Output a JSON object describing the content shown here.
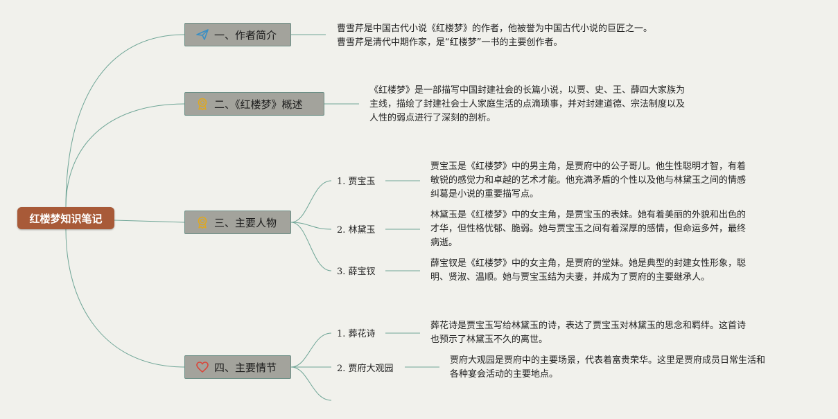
{
  "root": {
    "label": "红楼梦知识笔记"
  },
  "topics": [
    {
      "label": "一、作者简介",
      "icon": "paper-plane-icon",
      "icon_color": "#3a8fc4",
      "note_lines": [
        "曹雪芹是中国古代小说《红楼梦》的作者，他被誉为中国古代小说的巨匠之一。",
        "曹雪芹是清代中期作家，是“红楼梦”一书的主要创作者。"
      ]
    },
    {
      "label": "二、《红楼梦》概述",
      "icon": "medal-icon",
      "icon_color": "#e0a81e",
      "note_lines": [
        "《红楼梦》是一部描写中国封建社会的长篇小说，以贾、史、王、薛四大家族为",
        "主线，描绘了封建社会士人家庭生活的点滴琐事，并对封建道德、宗法制度以及",
        "人性的弱点进行了深刻的剖析。"
      ]
    },
    {
      "label": "三、主要人物",
      "icon": "medal-icon",
      "icon_color": "#e0a81e",
      "children": [
        {
          "label": "1. 贾宝玉",
          "note_lines": [
            "贾宝玉是《红楼梦》中的男主角，是贾府中的公子哥儿。他生性聪明才智，有着",
            "敏锐的感觉力和卓越的艺术才能。他充满矛盾的个性以及他与林黛玉之间的情感",
            "纠葛是小说的重要描写点。"
          ]
        },
        {
          "label": "2. 林黛玉",
          "note_lines": [
            "林黛玉是《红楼梦》中的女主角，是贾宝玉的表妹。她有着美丽的外貌和出色的",
            "才华，但性格忧郁、脆弱。她与贾宝玉之间有着深厚的感情，但命运多舛，最终",
            "病逝。"
          ]
        },
        {
          "label": "3. 薛宝钗",
          "note_lines": [
            "薛宝钗是《红楼梦》中的女主角，是贾府的堂妹。她是典型的封建女性形象，聪",
            "明、贤淑、温顺。她与贾宝玉结为夫妻，并成为了贾府的主要继承人。"
          ]
        }
      ]
    },
    {
      "label": "四、主要情节",
      "icon": "heart-icon",
      "icon_color": "#d9463a",
      "children": [
        {
          "label": "1. 葬花诗",
          "note_lines": [
            "葬花诗是贾宝玉写给林黛玉的诗，表达了贾宝玉对林黛玉的思念和羁绊。这首诗",
            "也预示了林黛玉不久的离世。"
          ]
        },
        {
          "label": "2. 贾府大观园",
          "note_lines": [
            "贾府大观园是贾府中的主要场景，代表着富贵荣华。这里是贾府成员日常生活和",
            "各种宴会活动的主要地点。"
          ]
        }
      ]
    }
  ],
  "colors": {
    "line": "#6ea596",
    "root_bg": "#a85a38",
    "topic_bg": "#a3a39c"
  }
}
